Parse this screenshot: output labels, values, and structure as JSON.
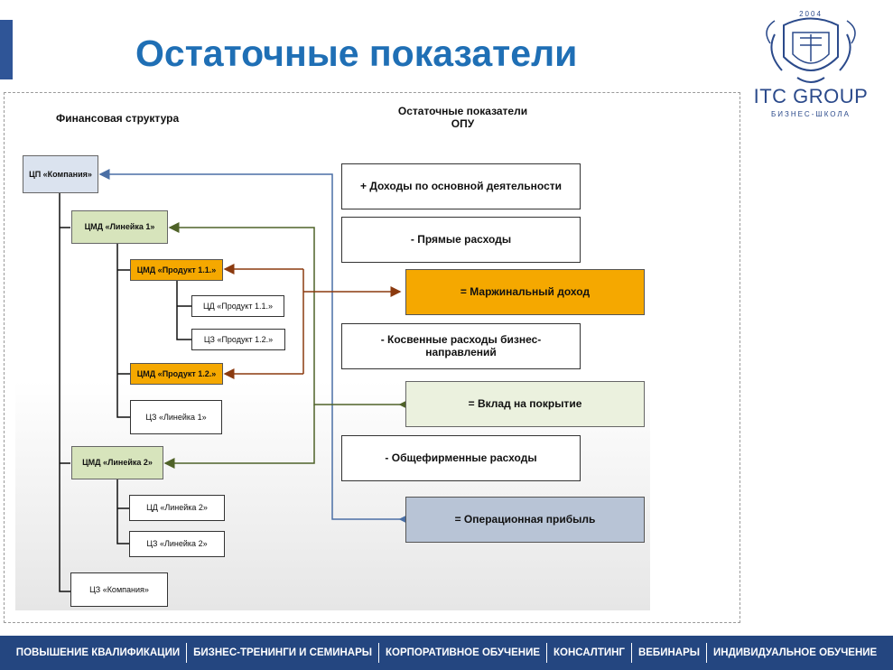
{
  "title": "Остаточные показатели",
  "logo": {
    "year": "2004",
    "name": "ITC GROUP",
    "subtitle": "БИЗНЕС-ШКОЛА"
  },
  "headers": {
    "structure": "Финансовая структура",
    "opu": [
      "Остаточные показатели",
      "ОПУ"
    ]
  },
  "structure": {
    "cp_company": "ЦП «Компания»",
    "cmd_line1": "ЦМД «Линейка 1»",
    "cmd_prod11": "ЦМД «Продукт 1.1.»",
    "cd_prod11": "ЦД «Продукт 1.1.»",
    "cz_prod12": "ЦЗ «Продукт 1.2.»",
    "cmd_prod12": "ЦМД «Продукт 1.2.»",
    "cz_line1": "ЦЗ «Линейка 1»",
    "cmd_line2": "ЦМД «Линейка 2»",
    "cd_line2": "ЦД «Линейка 2»",
    "cz_line2": "ЦЗ «Линейка 2»",
    "cz_company": "ЦЗ «Компания»"
  },
  "indicators": [
    "+ Доходы по основной деятельности",
    "- Прямые расходы",
    "= Маржинальный доход",
    "- Косвенные расходы бизнес-направлений",
    "= Вклад на покрытие",
    "- Общефирменные расходы",
    "= Операционная прибыль"
  ],
  "footer": [
    "ПОВЫШЕНИЕ КВАЛИФИКАЦИИ",
    "БИЗНЕС-ТРЕНИНГИ И СЕМИНАРЫ",
    "КОРПОРАТИВНОЕ ОБУЧЕНИЕ",
    "КОНСАЛТИНГ",
    "ВЕБИНАРЫ",
    "ИНДИВИДУАЛЬНОЕ ОБУЧЕНИЕ"
  ],
  "colors": {
    "brand_blue": "#244680",
    "title_blue": "#1f6fb5",
    "orange": "#f5a800",
    "light_green": "#ebf1de",
    "olive": "#d7e4bc",
    "steel": "#b8c4d6",
    "arrow_blue": "#4a6fa5",
    "arrow_green": "#4f6228",
    "arrow_brown": "#8b3a0f"
  }
}
